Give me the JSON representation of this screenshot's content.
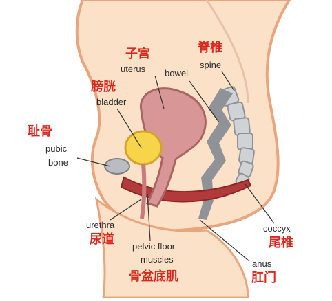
{
  "labels": {
    "uterus": {
      "zh": "子宫",
      "en": "uterus"
    },
    "spine": {
      "zh": "脊椎",
      "en": "spine"
    },
    "bowel": {
      "en": "bowel"
    },
    "bladder": {
      "zh": "膀胱",
      "en": "bladder"
    },
    "pubic_bone": {
      "zh": "耻骨",
      "en_line1": "pubic",
      "en_line2": "bone"
    },
    "urethra": {
      "zh": "尿道",
      "en": "urethra"
    },
    "pelvic_floor": {
      "zh": "骨盆底肌",
      "en_line1": "pelvic floor",
      "en_line2": "muscles"
    },
    "coccyx": {
      "zh": "尾椎",
      "en": "coccyx"
    },
    "anus": {
      "zh": "肛门",
      "en": "anus"
    }
  },
  "colors": {
    "skin": "#fbe1c8",
    "skin_outline": "#e8a57e",
    "uterus": "#d99696",
    "bladder": "#f7d44a",
    "bone": "#b9bcc0",
    "muscle": "#b23a3a",
    "spine": "#8f9398",
    "label_zh": "#d9281e"
  }
}
